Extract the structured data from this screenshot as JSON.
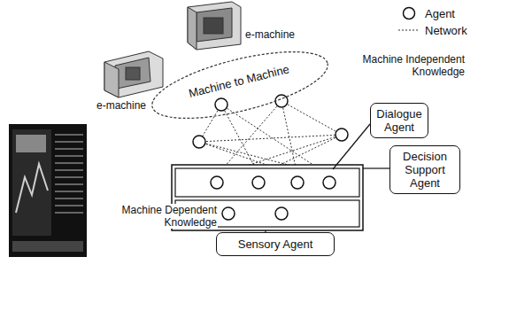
{
  "diagram": {
    "nodes": [
      {
        "text": [
          "Machine to Machine"
        ]
      },
      {
        "text": [
          "Dialogue Agent"
        ]
      },
      {
        "text": [
          "Decision Support Agent"
        ]
      },
      {
        "text": [
          "Sensory Agent"
        ]
      }
    ],
    "labels": [
      "e-machine",
      "e-machine",
      "Machine Independent Knowledge",
      "Machine Dependent Knowledge"
    ],
    "legend": [
      {
        "text": "Agent"
      },
      {
        "text": "Network"
      }
    ]
  }
}
